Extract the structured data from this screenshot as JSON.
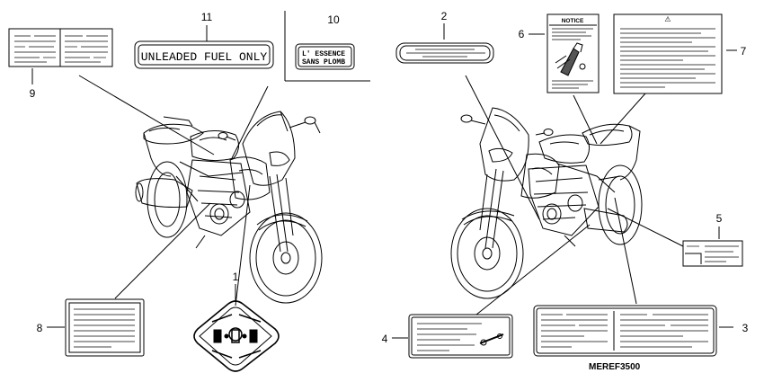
{
  "diagram": {
    "callouts": [
      {
        "id": "n1",
        "text": "1"
      },
      {
        "id": "n2",
        "text": "2"
      },
      {
        "id": "n3",
        "text": "3"
      },
      {
        "id": "n4",
        "text": "4"
      },
      {
        "id": "n5",
        "text": "5"
      },
      {
        "id": "n6",
        "text": "6"
      },
      {
        "id": "n7",
        "text": "7"
      },
      {
        "id": "n8",
        "text": "8"
      },
      {
        "id": "n9",
        "text": "9"
      },
      {
        "id": "n10",
        "text": "10"
      },
      {
        "id": "n11",
        "text": "11"
      }
    ],
    "labels": {
      "unleaded_fuel": "UNLEADED FUEL ONLY",
      "essence_line1": "L' ESSENCE",
      "essence_line2": "SANS PLOMB",
      "notice": "NOTICE",
      "warning_symbol": "⚠"
    },
    "part_code": "MEREF3500"
  }
}
